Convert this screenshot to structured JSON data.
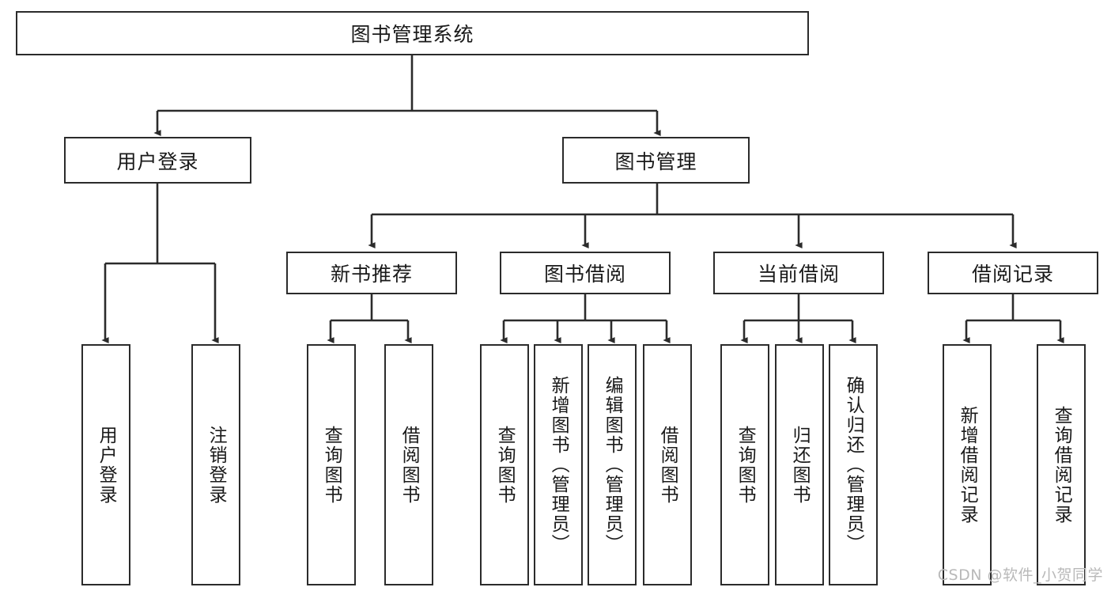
{
  "diagram": {
    "title": "图书管理系统",
    "root": {
      "id": "root",
      "label": "图书管理系统",
      "name": "node-library-management-system"
    },
    "level2": [
      {
        "id": "user-login",
        "label": "用户登录",
        "name": "node-user-login"
      },
      {
        "id": "book-management",
        "label": "图书管理",
        "name": "node-book-management"
      }
    ],
    "level3": [
      {
        "id": "new-book-recommend",
        "label": "新书推荐",
        "name": "node-new-book-recommendation",
        "parent": "book-management"
      },
      {
        "id": "book-borrow",
        "label": "图书借阅",
        "name": "node-book-borrow",
        "parent": "book-management"
      },
      {
        "id": "current-borrow",
        "label": "当前借阅",
        "name": "node-current-borrow",
        "parent": "book-management"
      },
      {
        "id": "borrow-record",
        "label": "借阅记录",
        "name": "node-borrow-record",
        "parent": "book-management"
      }
    ],
    "leaves": [
      {
        "id": "leaf-1",
        "label": "用户登录",
        "name": "leaf-user-login",
        "parent": "user-login"
      },
      {
        "id": "leaf-2",
        "label": "注销登录",
        "name": "leaf-logout",
        "parent": "user-login"
      },
      {
        "id": "leaf-3",
        "label": "查询图书",
        "name": "leaf-query-book-recommend",
        "parent": "new-book-recommend"
      },
      {
        "id": "leaf-4",
        "label": "借阅图书",
        "name": "leaf-borrow-book-recommend",
        "parent": "new-book-recommend"
      },
      {
        "id": "leaf-5",
        "label": "查询图书",
        "name": "leaf-query-book-borrow",
        "parent": "book-borrow"
      },
      {
        "id": "leaf-6",
        "label": "新增图书（管理员）",
        "name": "leaf-add-book-admin",
        "parent": "book-borrow"
      },
      {
        "id": "leaf-7",
        "label": "编辑图书（管理员）",
        "name": "leaf-edit-book-admin",
        "parent": "book-borrow"
      },
      {
        "id": "leaf-8",
        "label": "借阅图书",
        "name": "leaf-borrow-book",
        "parent": "book-borrow"
      },
      {
        "id": "leaf-9",
        "label": "查询图书",
        "name": "leaf-query-book-current",
        "parent": "current-borrow"
      },
      {
        "id": "leaf-10",
        "label": "归还图书",
        "name": "leaf-return-book",
        "parent": "current-borrow"
      },
      {
        "id": "leaf-11",
        "label": "确认归还（管理员）",
        "name": "leaf-confirm-return-admin",
        "parent": "current-borrow"
      },
      {
        "id": "leaf-12",
        "label": "新增借阅记录",
        "name": "leaf-add-borrow-record",
        "parent": "borrow-record"
      },
      {
        "id": "leaf-13",
        "label": "查询借阅记录",
        "name": "leaf-query-borrow-record",
        "parent": "borrow-record"
      }
    ],
    "colors": {
      "stroke": "#2b2b2b",
      "fill": "#ffffff",
      "text": "#1a1a1a",
      "watermark": "#b9b9b9"
    }
  },
  "watermark": {
    "text": "CSDN @软件_小贺同学"
  }
}
